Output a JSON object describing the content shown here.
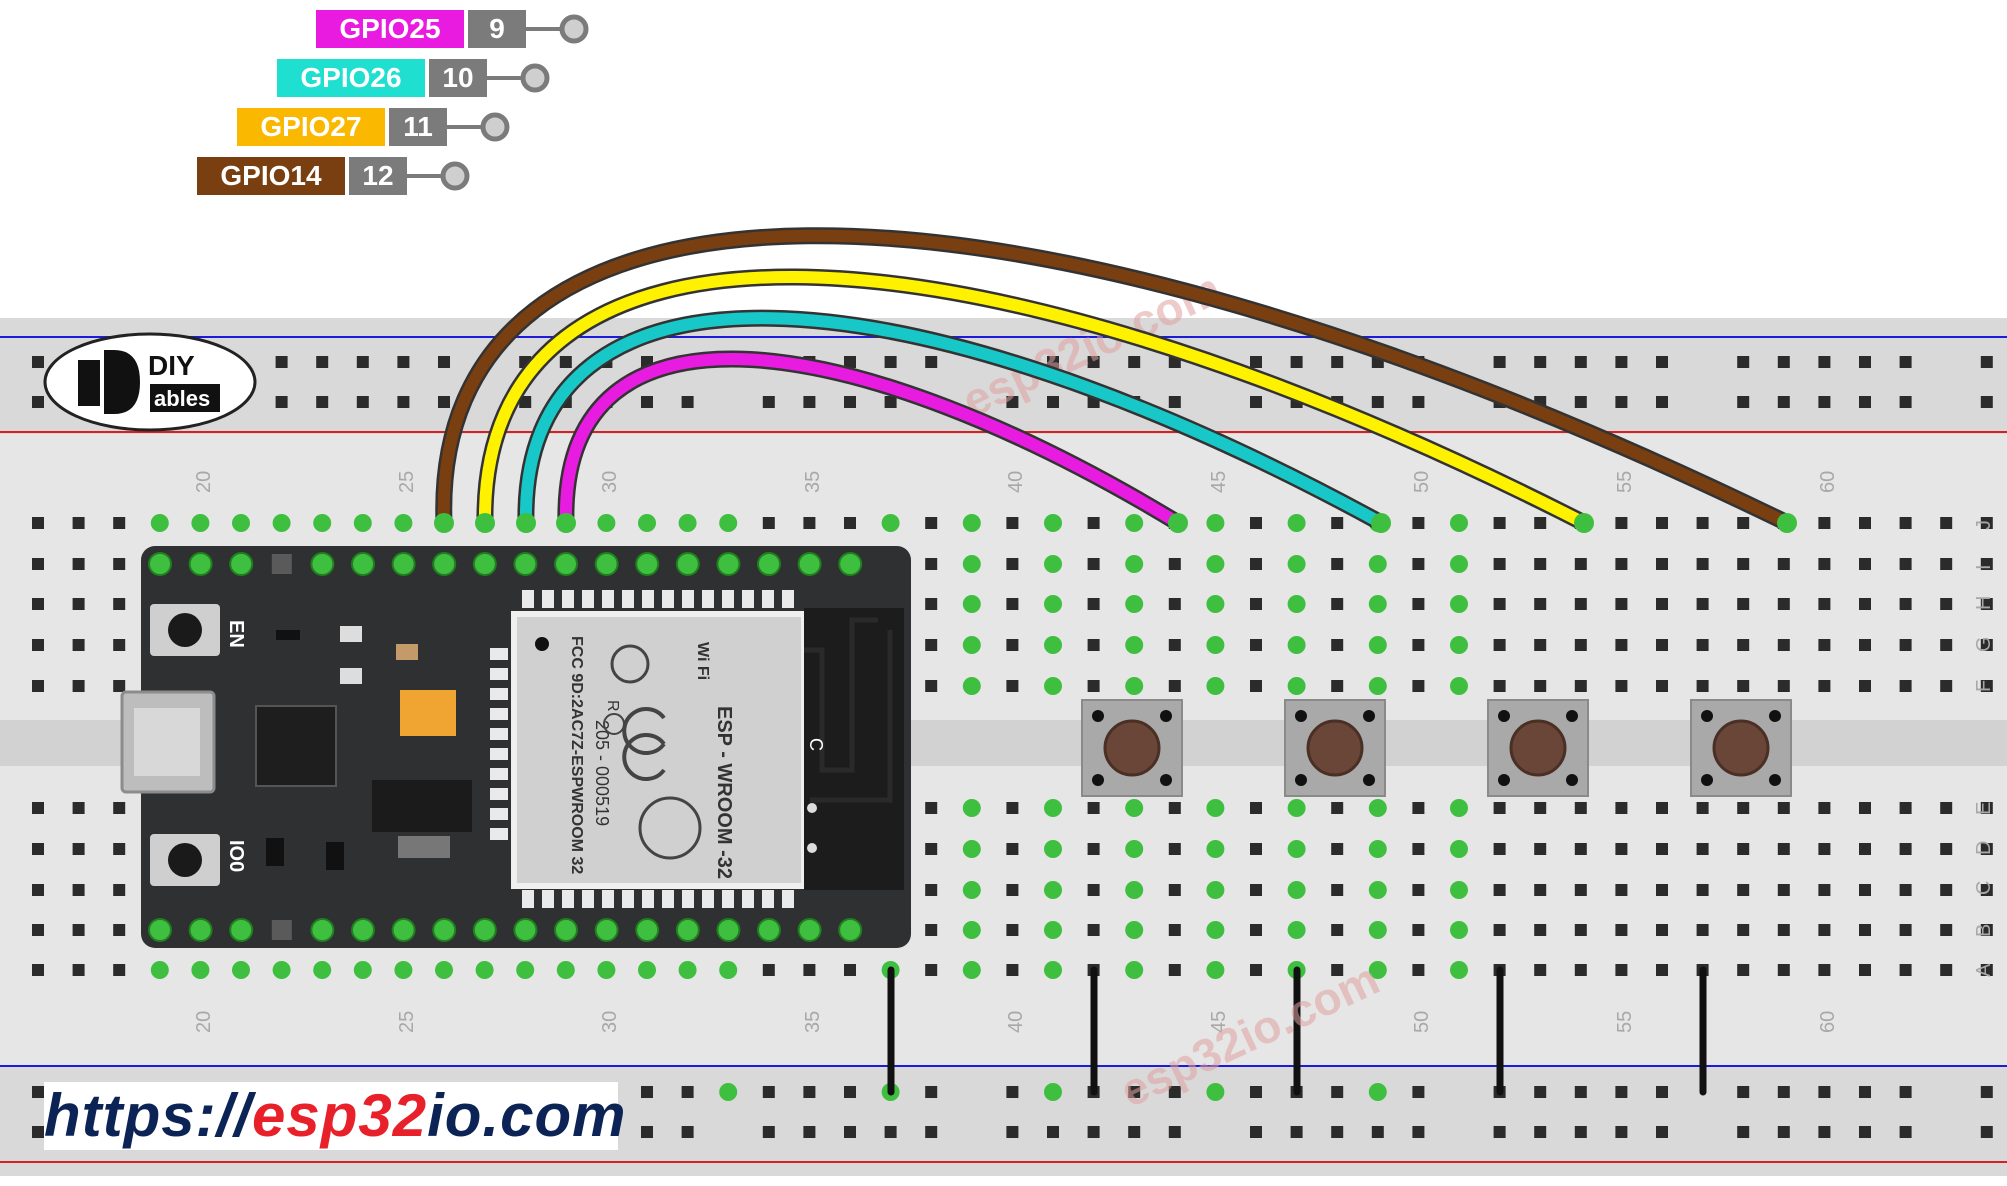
{
  "labels": [
    {
      "gpio": "GPIO25",
      "pin": "9",
      "color": "#ea1be0"
    },
    {
      "gpio": "GPIO26",
      "pin": "10",
      "color": "#1fe0d0"
    },
    {
      "gpio": "GPIO27",
      "pin": "11",
      "color": "#fbb800"
    },
    {
      "gpio": "GPIO14",
      "pin": "12",
      "color": "#7a3f10"
    }
  ],
  "wires": [
    {
      "color": "#7a3f10"
    },
    {
      "color": "#fff200"
    },
    {
      "color": "#18c8c8"
    },
    {
      "color": "#e81ce0"
    }
  ],
  "breadboard": {
    "column_numbers": [
      "20",
      "25",
      "30",
      "35",
      "40",
      "45",
      "50",
      "55",
      "60"
    ],
    "row_letters": [
      "J",
      "I",
      "H",
      "G",
      "F",
      "E",
      "D",
      "C",
      "B",
      "A"
    ]
  },
  "logo": {
    "top": "DIY",
    "bottom": "ables"
  },
  "module": {
    "en": "EN",
    "io0": "IO0",
    "wifi": "Wi Fi",
    "model": "ESP - WROOM -32",
    "fcc": "FCC 9D:2AC7Z-ESPWROOM 32",
    "r_mark": "R",
    "r_code": "205 - 000519",
    "c_mark": "C"
  },
  "watermark": "esp32io.com",
  "footer_url": {
    "part1": "https://",
    "part2": "esp32",
    "part3": "io",
    "part4": ".com"
  }
}
